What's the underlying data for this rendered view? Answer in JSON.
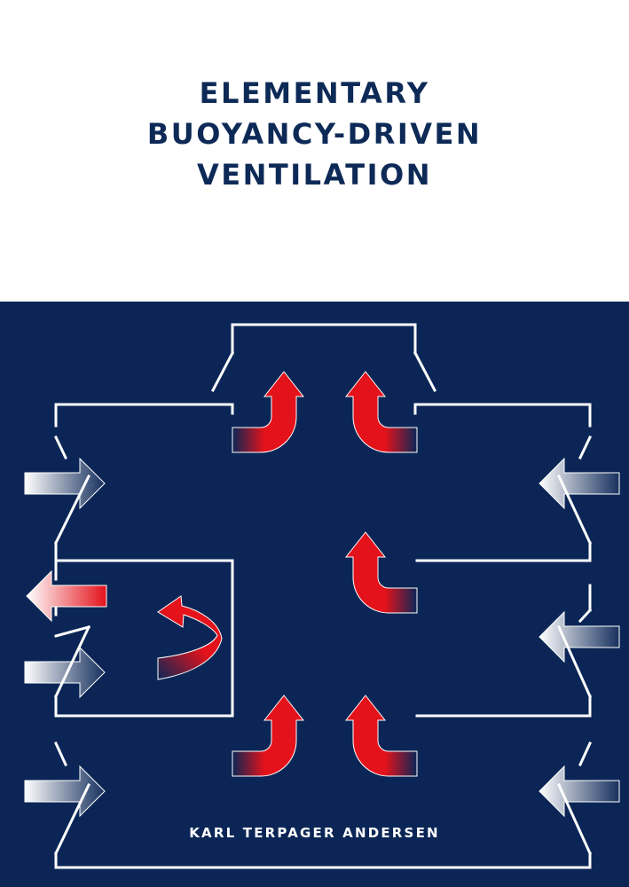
{
  "cover": {
    "title_lines": [
      "ELEMENTARY",
      "BUOYANCY-DRIVEN",
      "VENTILATION"
    ],
    "author": "KARL TERPAGER ANDERSEN"
  },
  "colors": {
    "title_text": "#0d2a57",
    "panel_background": "#0b2656",
    "building_line": "#ffffff",
    "warm_air": "#e3121b",
    "cool_air": "#ffffff",
    "author_text": "#ffffff"
  },
  "icons": {
    "inflow": "arrow-right-icon",
    "outflow": "arrow-left-icon",
    "rising_air": "curved-arrow-up-icon",
    "recirculation": "curved-arrow-return-icon"
  }
}
